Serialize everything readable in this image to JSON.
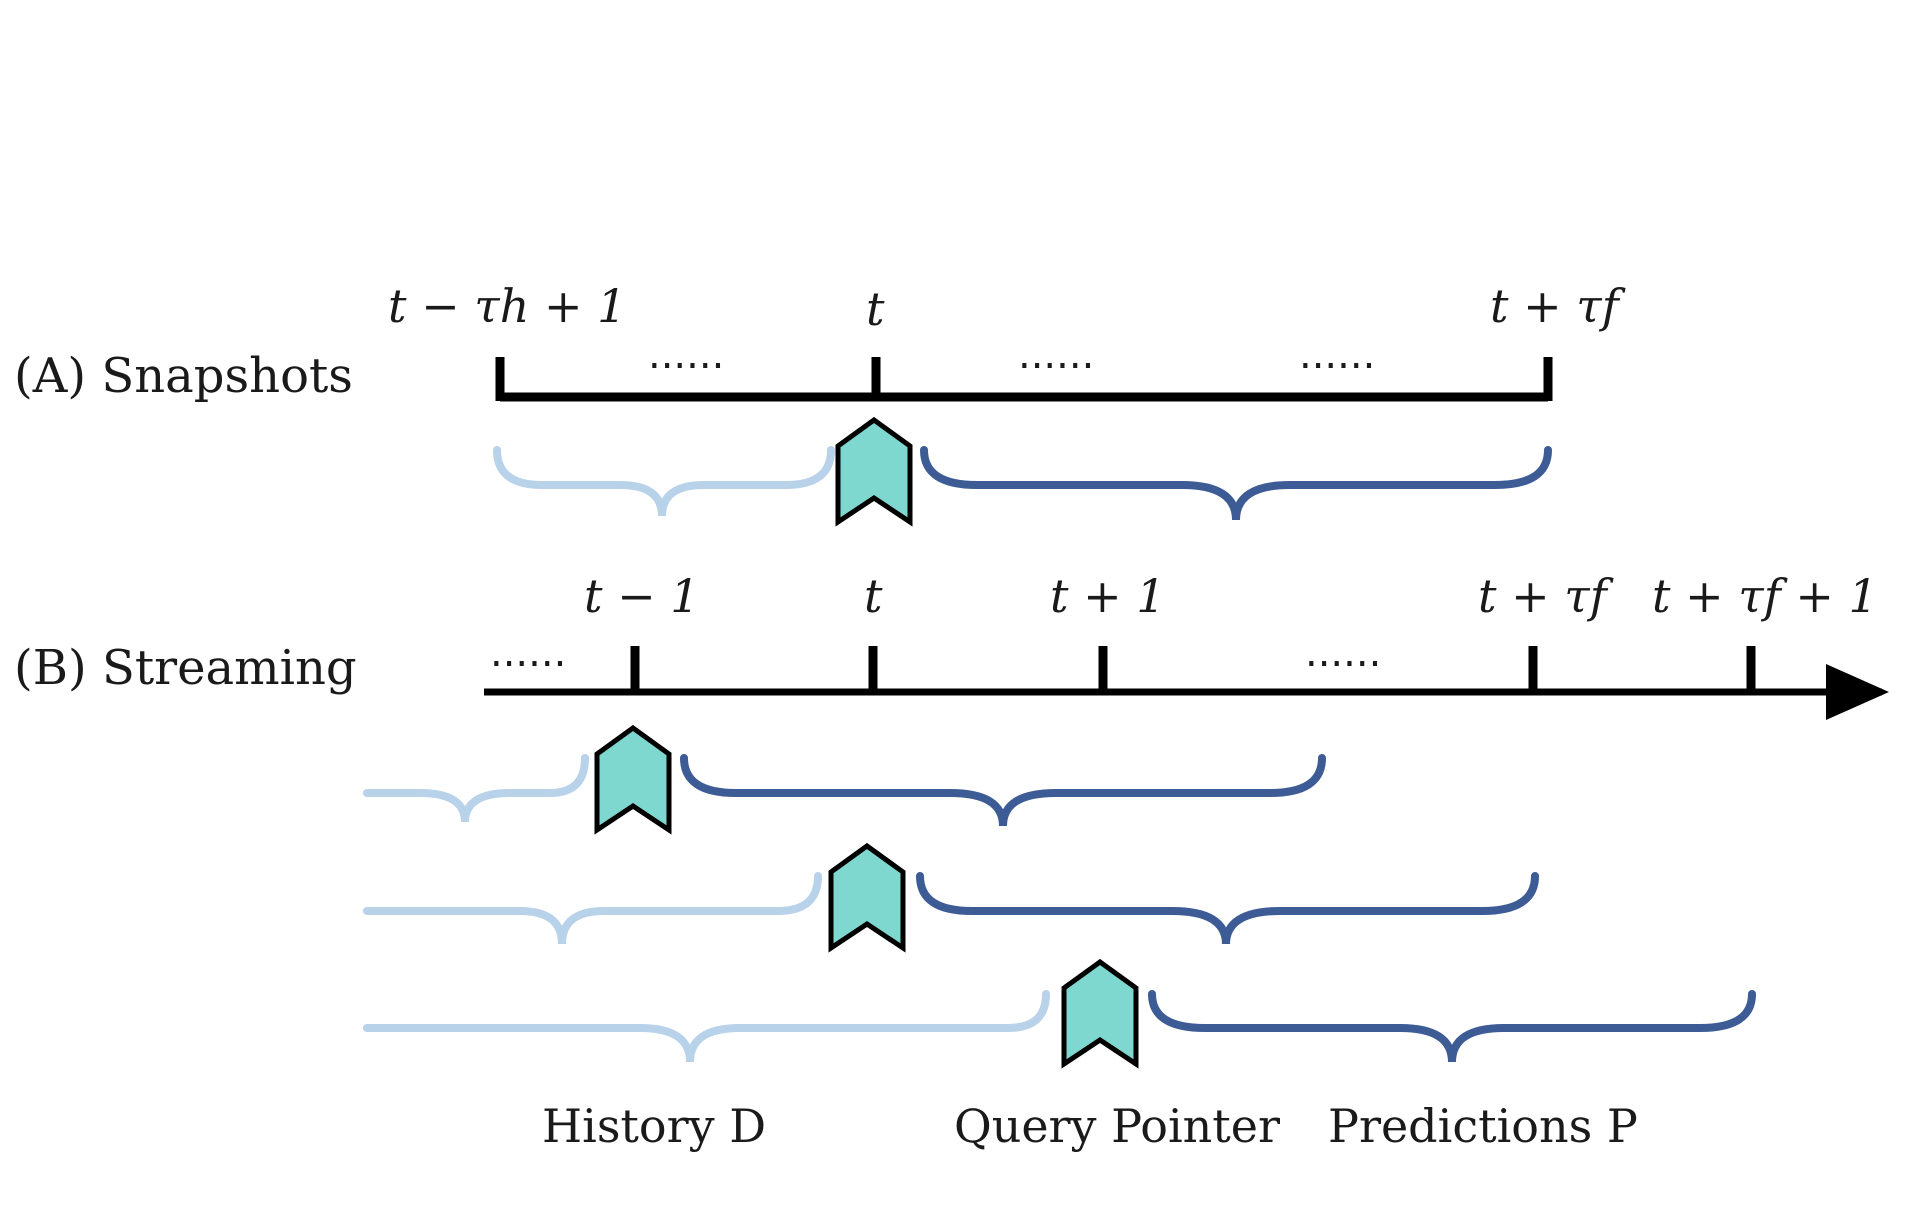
{
  "colors": {
    "axis": "#000000",
    "history_brace": "#b8d2ea",
    "prediction_brace": "#3d5c96",
    "pointer_fill": "#7fd8cf",
    "pointer_stroke": "#000000"
  },
  "icons": {
    "pointer": "bookmark-chevron-icon"
  },
  "snapshots": {
    "row_label": "(A) Snapshots",
    "tick_labels": [
      "t − τh + 1",
      "t",
      "t + τf"
    ],
    "ellipsis": "......"
  },
  "streaming": {
    "row_label": "(B) Streaming",
    "tick_labels": [
      "t − 1",
      "t",
      "t + 1",
      "t + τf",
      "t + τf + 1"
    ],
    "ellipsis": "......"
  },
  "legend": {
    "history": "History D",
    "pointer": "Query Pointer",
    "predictions": "Predictions P"
  }
}
